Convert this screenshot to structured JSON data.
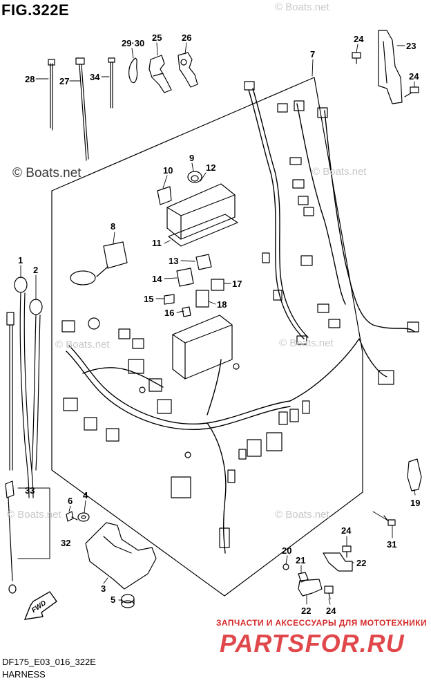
{
  "figure": {
    "title": "FIG.322E",
    "code": "DF175_E03_016_322E",
    "name": "HARNESS"
  },
  "watermarks": {
    "main": "© Boats.net",
    "faint": "© Boats.net"
  },
  "branding": {
    "caption": "ЗАПЧАСТИ И АКСЕССУАРЫ ДЛЯ МОТОТЕХНИКИ",
    "logo": "PARTSFOR.RU"
  },
  "direction_label": "FWD",
  "callouts": {
    "c1": "1",
    "c2": "2",
    "c3": "3",
    "c4": "4",
    "c5": "5",
    "c6": "6",
    "c7": "7",
    "c8": "8",
    "c9": "9",
    "c10": "10",
    "c11": "11",
    "c12": "12",
    "c13": "13",
    "c14": "14",
    "c15": "15",
    "c16": "16",
    "c17": "17",
    "c18": "18",
    "c19": "19",
    "c20": "20",
    "c21": "21",
    "c22a": "22",
    "c22b": "22",
    "c23": "23",
    "c24a": "24",
    "c24b": "24",
    "c24c": "24",
    "c24d": "24",
    "c25": "25",
    "c26": "26",
    "c27": "27",
    "c28": "28",
    "c2930": "29·30",
    "c31": "31",
    "c32": "32",
    "c33": "33",
    "c34": "34"
  }
}
